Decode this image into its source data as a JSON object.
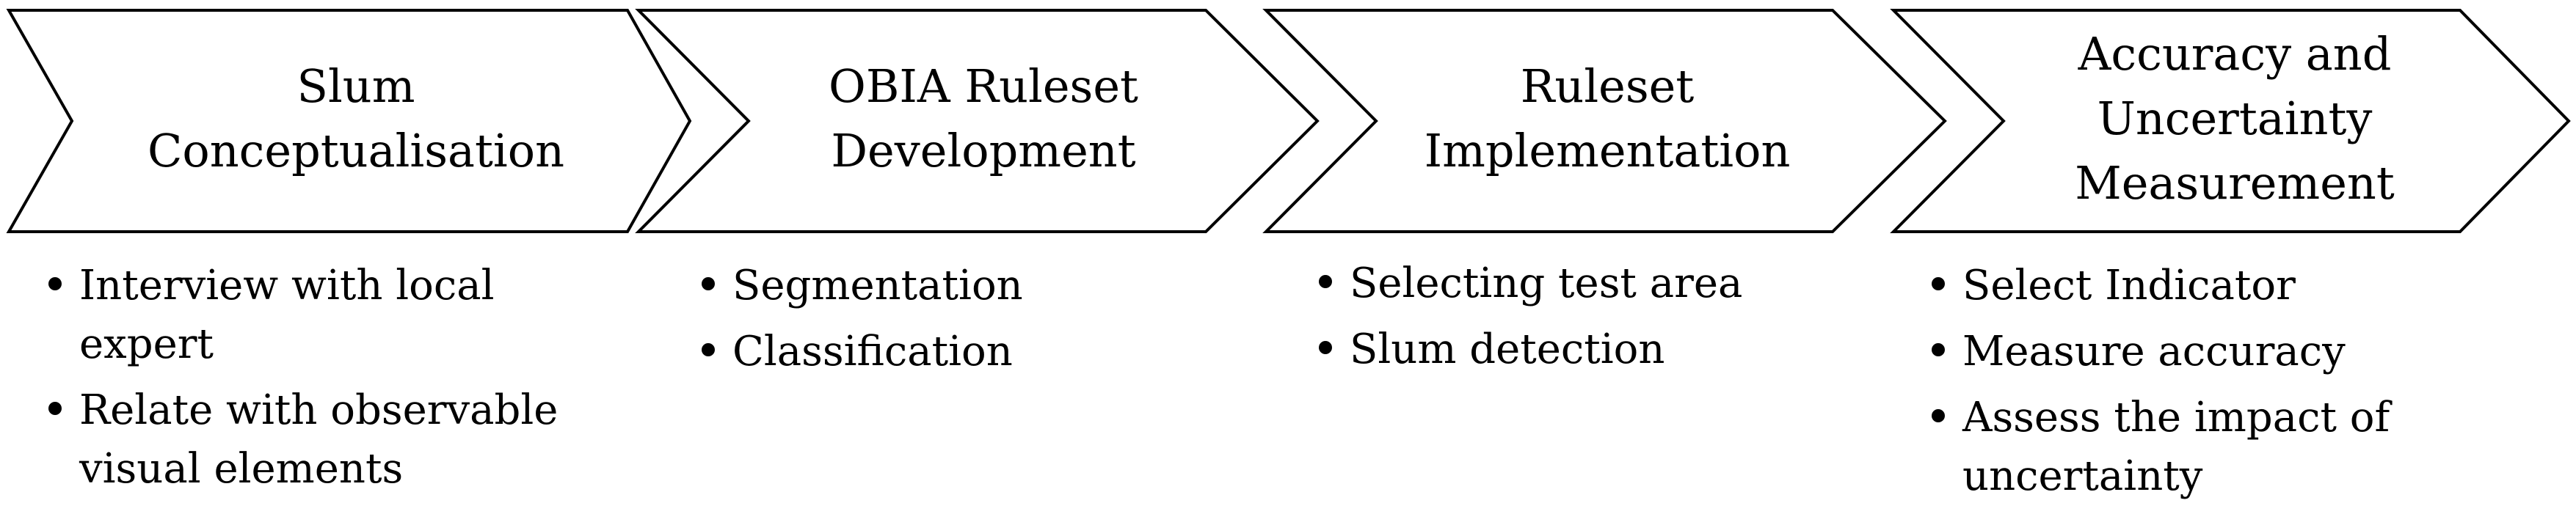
{
  "steps": [
    {
      "title_lines": [
        "Slum",
        "Conceptualisation"
      ],
      "bullets": [
        {
          "lines": [
            "Interview with local",
            "expert"
          ]
        },
        {
          "lines": [
            "Relate with observable",
            "visual elements"
          ]
        }
      ]
    },
    {
      "title_lines": [
        "OBIA Ruleset",
        "Development"
      ],
      "bullets": [
        {
          "lines": [
            "Segmentation"
          ]
        },
        {
          "lines": [
            "Classification"
          ]
        }
      ]
    },
    {
      "title_lines": [
        "Ruleset",
        "Implementation"
      ],
      "bullets": [
        {
          "lines": [
            "Selecting test area"
          ]
        },
        {
          "lines": [
            "Slum detection"
          ]
        }
      ]
    },
    {
      "title_lines": [
        "Accuracy and",
        "Uncertainty",
        "Measurement"
      ],
      "bullets": [
        {
          "lines": [
            "Select Indicator"
          ]
        },
        {
          "lines": [
            "Measure accuracy"
          ]
        },
        {
          "lines": [
            "Assess the impact of",
            "uncertainty"
          ]
        }
      ]
    }
  ]
}
